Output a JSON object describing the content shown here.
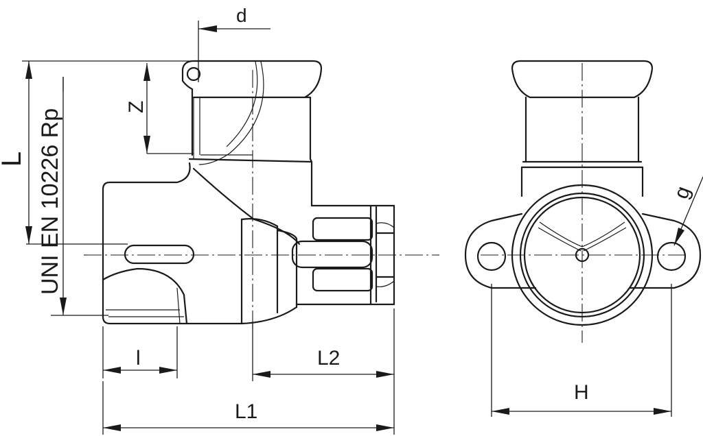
{
  "labels": {
    "d": "d",
    "z": "Z",
    "l_total": "L",
    "standard": "UNI EN 10226 Rp",
    "l_thread": "l",
    "l2": "L2",
    "l1": "L1",
    "h": "H",
    "g": "g"
  }
}
